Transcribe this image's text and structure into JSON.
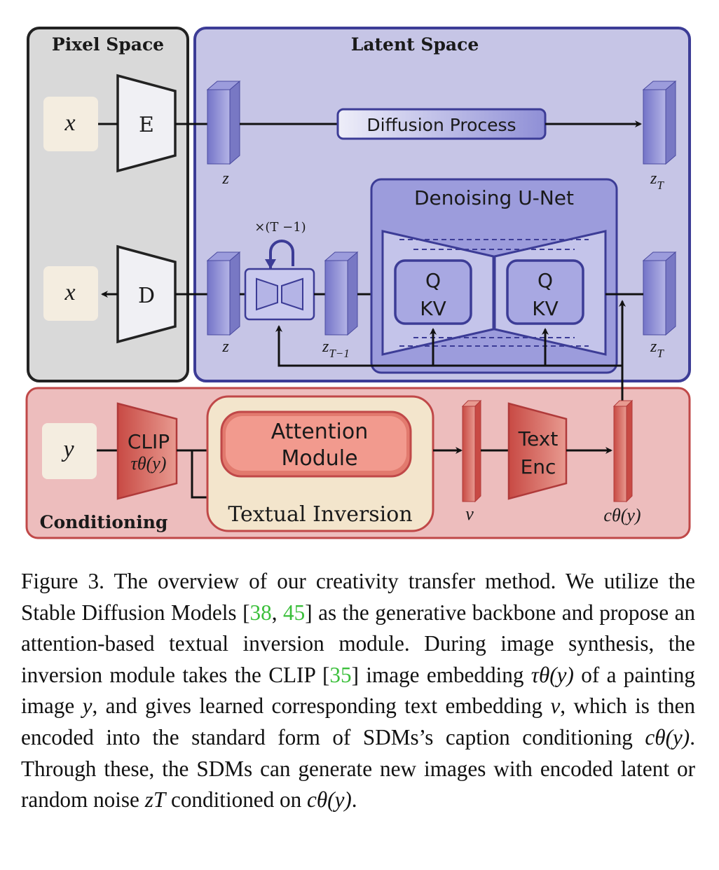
{
  "figure": {
    "pixel_space": {
      "title": "Pixel Space",
      "input_x": "x",
      "output_x": "x",
      "encoder": "E",
      "decoder": "D"
    },
    "latent_space": {
      "title": "Latent Space",
      "diffusion_process": "Diffusion Process",
      "z_top": "z",
      "zT_top_base": "z",
      "zT_top_sub": "T",
      "z_bottom": "z",
      "zT1_base": "z",
      "zT1_sub": "T−1",
      "zT_bottom_base": "z",
      "zT_bottom_sub": "T",
      "loop_label": "×(T −1)",
      "unet": {
        "title": "Denoising U-Net",
        "left_q": "Q",
        "left_kv": "KV",
        "right_q": "Q",
        "right_kv": "KV"
      }
    },
    "conditioning": {
      "title": "Conditioning",
      "input_y": "y",
      "clip_line1": "CLIP",
      "clip_line2": "τθ(y)",
      "attention_line1": "Attention",
      "attention_line2": "Module",
      "textual_inversion": "Textual Inversion",
      "v_label": "v",
      "text_enc_line1": "Text",
      "text_enc_line2": "Enc",
      "c_label": "cθ(y)"
    }
  },
  "caption": {
    "p1": "Figure 3. The overview of our creativity transfer method. We utilize the Stable Diffusion Models [",
    "ref38": "38",
    "sep1": ", ",
    "ref45": "45",
    "p2": "] as the generative backbone and propose an attention-based textual inversion module. During image synthesis, the inversion module takes the CLIP [",
    "ref35": "35",
    "p3": "] image embedding ",
    "m1": "τθ(y)",
    "p4": " of a painting image ",
    "m2": "y",
    "p5": ", and gives learned corresponding text embedding ",
    "m3": "v",
    "p6": ", which is then encoded into the standard form of SDMs’s caption conditioning ",
    "m4": "cθ(y)",
    "p7": ". Through these, the SDMs can generate new images with encoded latent or random noise ",
    "m5": "zT",
    "p8": " conditioned on ",
    "m6": "cθ(y)",
    "p9": "."
  },
  "colors": {
    "pixel_bg": "#d9d9d9",
    "latent_bg": "#c6c5e6",
    "latent_border": "#3c3c96",
    "cond_bg": "#edbdbd",
    "cond_border": "#c04848",
    "attention_fill": "#e27a6e",
    "inversion_bg": "#f3e5cc",
    "ref_green": "#3bbf3b"
  }
}
